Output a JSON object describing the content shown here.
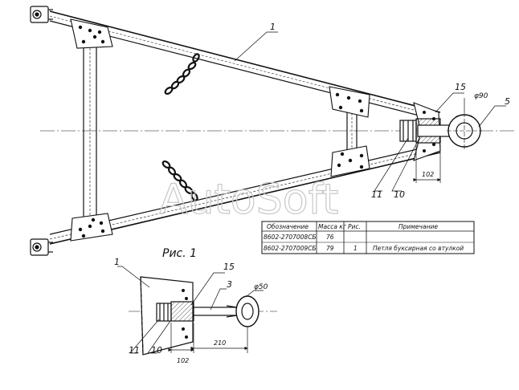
{
  "figure": {
    "caption": "Рис. 1"
  },
  "watermark": "AutoSoft",
  "callouts": {
    "frame": "1",
    "sleeve": "15",
    "loop": "5",
    "nut": "11",
    "washer": "10",
    "loop_small": "3"
  },
  "dimensions": {
    "eye_diameter_large": "φ90",
    "offset_large": "102",
    "eye_diameter_small": "φ50",
    "offset_small": "102",
    "length_small": "210"
  },
  "table": {
    "headers": [
      "Обозначение",
      "Масса кг",
      "Рис.",
      "Примечание"
    ],
    "rows": [
      [
        "8602-2707008СБ",
        "76",
        "",
        ""
      ],
      [
        "8602-2707009СБ",
        "79",
        "1",
        "Петля буксирная со втулкой"
      ]
    ]
  }
}
